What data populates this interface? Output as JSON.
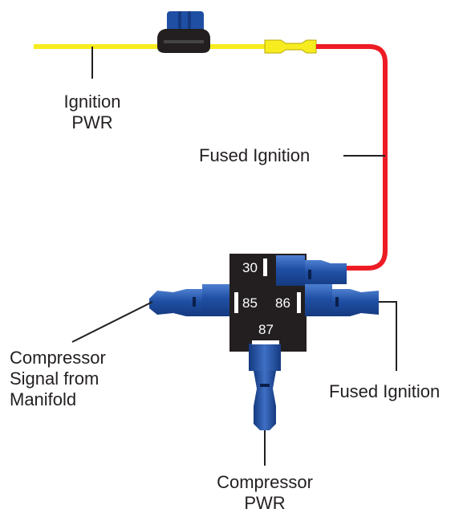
{
  "labels": {
    "ignition_pwr": [
      "Ignition",
      "PWR"
    ],
    "fused_ignition_top": "Fused Ignition",
    "compressor_signal": [
      "Compressor",
      "Signal from",
      "Manifold"
    ],
    "fused_ignition_right": "Fused Ignition",
    "compressor_pwr": [
      "Compressor",
      "PWR"
    ]
  },
  "relay_pins": {
    "p30": "30",
    "p85": "85",
    "p86": "86",
    "p87": "87"
  },
  "colors": {
    "yellow_wire": "#f7ec1f",
    "red_wire": "#ed1c24",
    "connector_blue": "#1f4fa3",
    "relay_body": "#231f20",
    "fuse_black": "#231f20",
    "text": "#231f20"
  }
}
